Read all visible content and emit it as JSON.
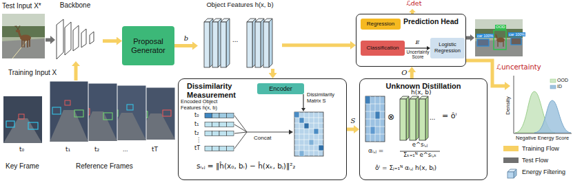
{
  "diagram": {
    "nodes": [
      {
        "text": [
          "Backbone"
        ]
      },
      {
        "text": [
          "Proposal Generator"
        ]
      },
      {
        "text": [
          "Object Features h(x, b)"
        ]
      },
      {
        "text": [
          "Prediction Head"
        ]
      },
      {
        "text": [
          "Regression"
        ],
        "in": 3
      },
      {
        "text": [
          "Classification"
        ],
        "in": 3
      },
      {
        "text": [
          "Logistic Regression"
        ],
        "in": 3
      },
      {
        "text": [
          "Dissimilarity Measurement"
        ]
      },
      {
        "text": [
          "Encoder"
        ],
        "in": 7
      },
      {
        "text": [
          "Unknown Distillation"
        ]
      }
    ],
    "edges": [
      {
        "from": 0,
        "to": 1,
        "arrow": "to"
      },
      {
        "from": 1,
        "to": 2,
        "label": "b",
        "arrow": "to"
      },
      {
        "from": 2,
        "to": 3,
        "arrow": "to"
      },
      {
        "from": 2,
        "to": 7,
        "arrow": "to"
      },
      {
        "from": 7,
        "to": 9,
        "label": "S",
        "arrow": "to"
      },
      {
        "from": 9,
        "to": 3,
        "label": "O",
        "arrow": "to"
      },
      {
        "from": 5,
        "to": 6,
        "label": "E",
        "arrow": "to"
      }
    ],
    "labels": [
      "Test Input X*",
      "ℒdet",
      "...",
      "car 100%",
      "OOD",
      "car 100%",
      "Uncertainty Score",
      "ℒuncertainty",
      "Density",
      "OOD",
      "ID",
      "Negative Energy Score",
      "Training Input X",
      "t₀",
      "t₁",
      "t₂",
      "...",
      "tT",
      "Key Frame",
      "Reference Frames",
      "Dissimilarity Matrix S",
      "Encoded Object Features ĥ(x, b)",
      "t₀",
      "t₁",
      "t₂",
      "⋮",
      "tT",
      "Concat",
      "sᵢ,ⱼ = ‖ĥ(x₀, bᵢ) − ĥ(xₖ, bⱼ)‖²₂",
      "h(x, b)",
      "⊗",
      "...",
      "= ôⁱ",
      "αᵢ,ⱼ =",
      "e^sᵢ,ⱼ",
      "Σₖ₌₁ᴺ e^sᵢ,ₖ",
      "ôⁱ = Σⱼ₌₁ᴺ αᵢ,ⱼ h(x, bⱼ)"
    ],
    "legend": [
      {
        "text": "Training Flow",
        "color": "#f7d063"
      },
      {
        "text": "Test Flow",
        "color": "#707070"
      },
      {
        "text": "Energy Filtering"
      }
    ]
  }
}
